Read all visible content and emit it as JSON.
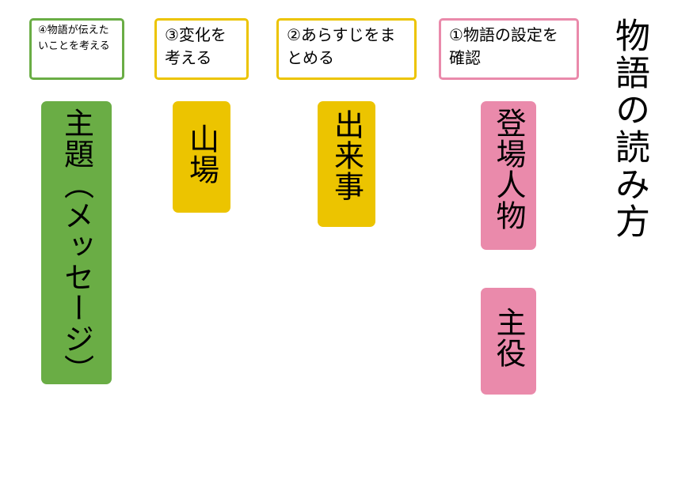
{
  "title": "物語の読み方",
  "steps": [
    {
      "label": "①物語の設定を確認"
    },
    {
      "label": "②あらすじをまとめる"
    },
    {
      "label": "③変化を考える"
    },
    {
      "label": "④物語が伝えたいことを考える"
    }
  ],
  "cards": {
    "characters": "登場人物",
    "protagonist": "主役",
    "events": "出来事",
    "climax": "山場",
    "theme": "主題（メッセージ）"
  },
  "colors": {
    "green": "#6aad45",
    "yellow": "#ecc400",
    "pink": "#ea8aab"
  }
}
